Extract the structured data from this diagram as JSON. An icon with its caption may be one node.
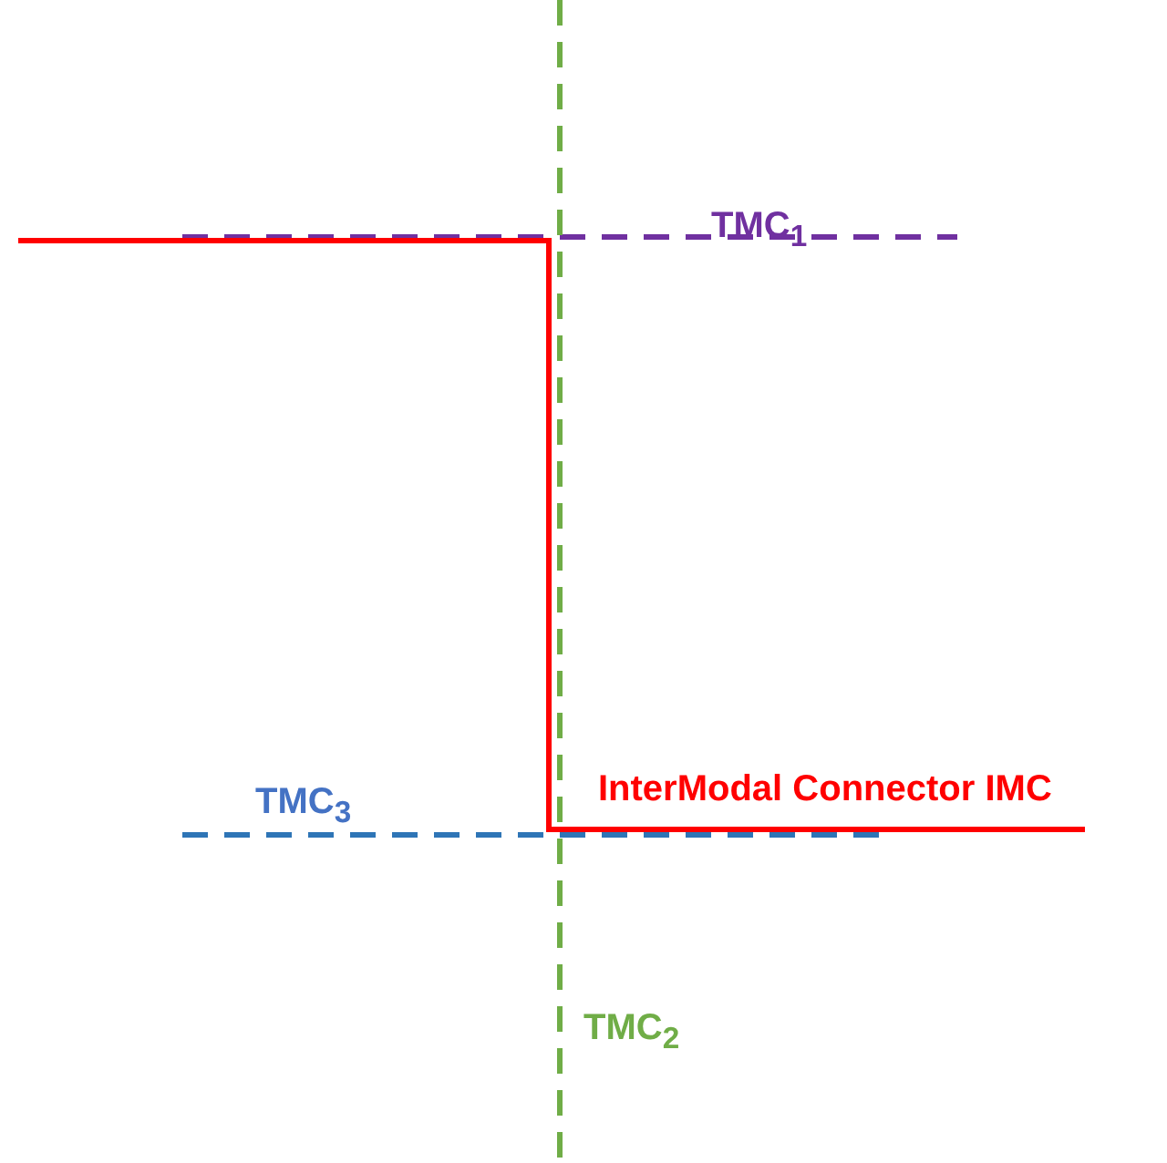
{
  "diagram": {
    "labels": [
      "TMC$_{1}$",
      "TMC$_{3}$",
      "InterModal Connector IMC",
      "TMC$_{2}$"
    ]
  }
}
